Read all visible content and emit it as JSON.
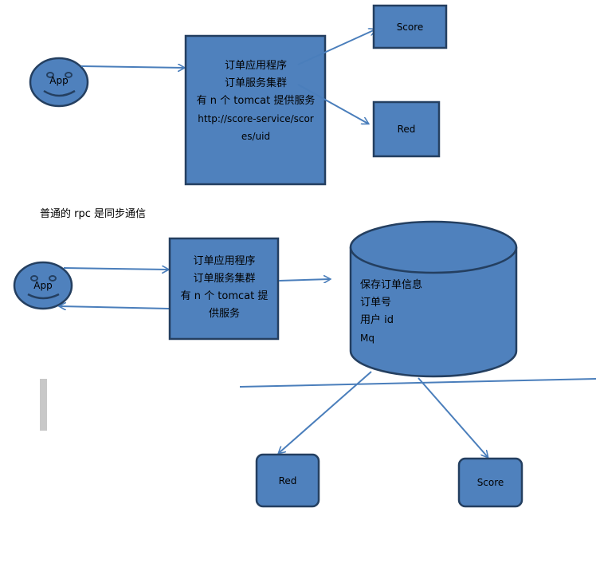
{
  "colors": {
    "fill": "#4f81bd",
    "stroke": "#243f60",
    "arrow": "#4a7ebb",
    "text": "#000000"
  },
  "top_diagram": {
    "app_label": "App",
    "service_box_lines": [
      "订单应用程序",
      "订单服务集群",
      "有 n 个 tomcat 提供服务",
      "http://score-service/scor",
      "es/uid"
    ],
    "score_label": "Score",
    "red_label": "Red"
  },
  "caption": "普通的 rpc 是同步通信",
  "bottom_diagram": {
    "app_label": "App",
    "service_box_lines": [
      "订单应用程序",
      "订单服务集群",
      "有 n 个 tomcat 提",
      "供服务"
    ],
    "db_lines": [
      "保存订单信息",
      "订单号",
      "用户 id",
      "Mq"
    ],
    "red_label": "Red",
    "score_label": "Score"
  }
}
